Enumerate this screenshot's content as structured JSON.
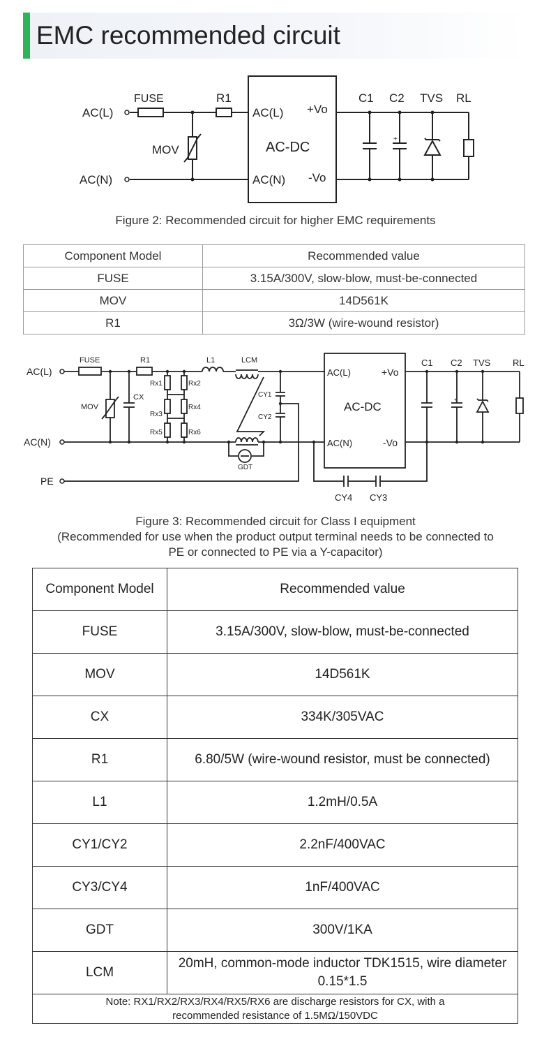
{
  "header": {
    "title": "EMC recommended circuit"
  },
  "figure2": {
    "caption": "Figure 2: Recommended circuit for higher EMC requirements",
    "labels": {
      "acl": "AC(L)",
      "acn": "AC(N)",
      "fuse": "FUSE",
      "r1": "R1",
      "mov": "MOV",
      "in_l": "AC(L)",
      "in_n": "AC(N)",
      "module": "AC-DC",
      "vo_plus": "+Vo",
      "vo_minus": "-Vo",
      "c1": "C1",
      "c2": "C2",
      "tvs": "TVS",
      "rl": "RL",
      "plus": "+"
    }
  },
  "table1": {
    "headers": [
      "Component Model",
      "Recommended value"
    ],
    "rows": [
      [
        "FUSE",
        "3.15A/300V, slow-blow, must-be-connected"
      ],
      [
        "MOV",
        "14D561K"
      ],
      [
        "R1",
        "3Ω/3W (wire-wound resistor)"
      ]
    ]
  },
  "figure3": {
    "caption_lines": [
      "Figure 3: Recommended circuit for Class I equipment",
      "(Recommended for use when the product output terminal needs to be connected to",
      "PE or connected to PE via a Y-capacitor)"
    ],
    "labels": {
      "acl": "AC(L)",
      "acn": "AC(N)",
      "pe": "PE",
      "fuse": "FUSE",
      "r1": "R1",
      "l1": "L1",
      "lcm": "LCM",
      "mov": "MOV",
      "cx": "CX",
      "rx1": "Rx1",
      "rx2": "Rx2",
      "rx3": "Rx3",
      "rx4": "Rx4",
      "rx5": "Rx5",
      "rx6": "Rx6",
      "cy1": "CY1",
      "cy2": "CY2",
      "gdt": "GDT",
      "in_l": "AC(L)",
      "in_n": "AC(N)",
      "module": "AC-DC",
      "vo_plus": "+Vo",
      "vo_minus": "-Vo",
      "c1": "C1",
      "c2": "C2",
      "tvs": "TVS",
      "rl": "RL",
      "cy4": "CY4",
      "cy3": "CY3",
      "plus": "+"
    }
  },
  "table2": {
    "headers": [
      "Component Model",
      "Recommended value"
    ],
    "rows": [
      [
        "FUSE",
        "3.15A/300V, slow-blow, must-be-connected"
      ],
      [
        "MOV",
        "14D561K"
      ],
      [
        "CX",
        "334K/305VAC"
      ],
      [
        "R1",
        "6.80/5W (wire-wound resistor, must be connected)"
      ],
      [
        "L1",
        "1.2mH/0.5A"
      ],
      [
        "CY1/CY2",
        "2.2nF/400VAC"
      ],
      [
        "CY3/CY4",
        "1nF/400VAC"
      ],
      [
        "GDT",
        "300V/1KA"
      ],
      [
        "LCM",
        "20mH, common-mode inductor TDK1515, wire diameter 0.15*1.5"
      ]
    ],
    "note_lines": [
      "Note: RX1/RX2/RX3/RX4/RX5/RX6 are discharge resistors for CX, with a",
      "recommended resistance of 1.5MΩ/150VDC"
    ]
  }
}
